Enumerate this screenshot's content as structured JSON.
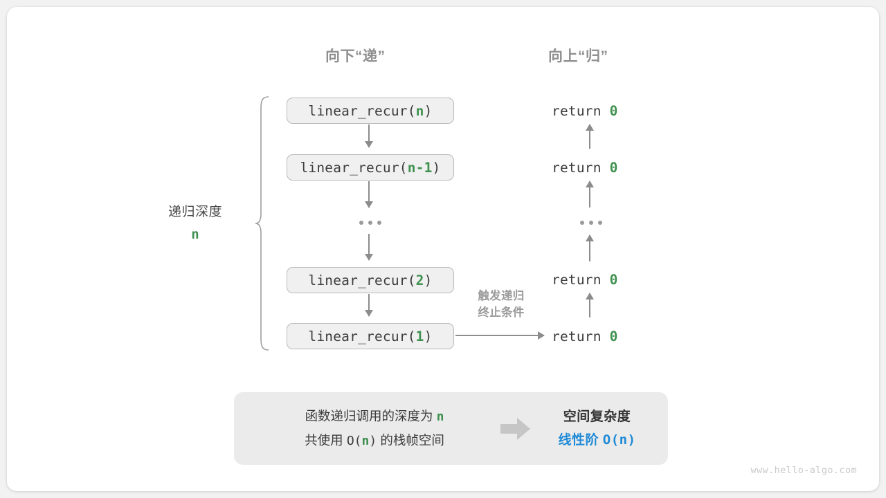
{
  "diagram": {
    "headers": {
      "down": "向下“递”",
      "up": "向上“归”"
    },
    "depth": {
      "title": "递归深度",
      "value": "n"
    },
    "calls": [
      {
        "prefix": "linear_recur(",
        "arg": "n",
        "suffix": ")"
      },
      {
        "prefix": "linear_recur(",
        "arg": "n-1",
        "suffix": ")"
      },
      {
        "prefix": "linear_recur(",
        "arg": "2",
        "suffix": ")"
      },
      {
        "prefix": "linear_recur(",
        "arg": "1",
        "suffix": ")"
      }
    ],
    "returns": [
      {
        "keyword": "return ",
        "value": "0"
      },
      {
        "keyword": "return ",
        "value": "0"
      },
      {
        "keyword": "return ",
        "value": "0"
      },
      {
        "keyword": "return ",
        "value": "0"
      }
    ],
    "ellipsis": "...",
    "trigger_note_line1": "触发递归",
    "trigger_note_line2": "终止条件"
  },
  "summary": {
    "left_line1_a": "函数递归调用的深度为 ",
    "left_line1_b": "n",
    "left_line2_a": "共使用 ",
    "left_line2_b": "O(",
    "left_line2_c": "n",
    "left_line2_d": ")",
    "left_line2_e": " 的栈帧空间",
    "arrow_icon": "right-arrow-icon",
    "right_title": "空间复杂度",
    "right_value_a": "线性阶 ",
    "right_value_b": "O(n)"
  },
  "watermark": "www.hello-algo.com",
  "colors": {
    "accent_green": "#3f9150",
    "accent_blue": "#1f8ad6",
    "line_gray": "#8c8c8c",
    "box_fill": "#f0f0f0",
    "panel_fill": "#ebebeb"
  }
}
